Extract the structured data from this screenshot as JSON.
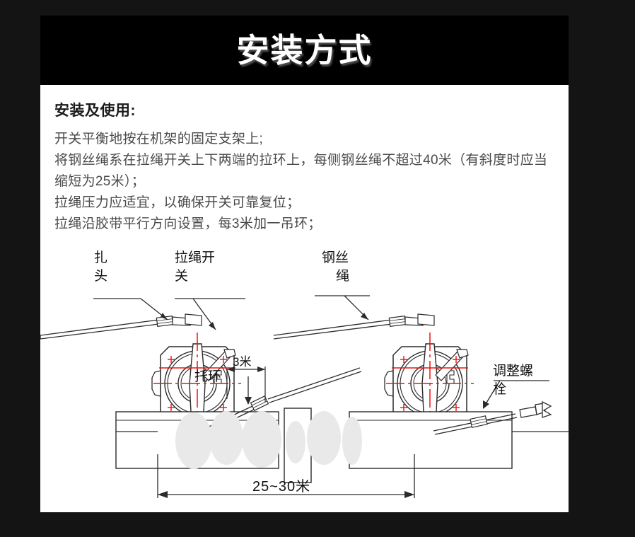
{
  "colors": {
    "page_background": "#141414",
    "card_background": "#ffffff",
    "banner_background": "#000000",
    "banner_text": "#ffffff",
    "heading_text": "#1b1b1b",
    "body_text": "#4a4a4a",
    "drawing_line": "#2b2b2b",
    "centerline_red": "#ee1111",
    "watermark": "#e9e9e9"
  },
  "banner": {
    "title": "安装方式"
  },
  "content": {
    "heading": "安装及使用:",
    "lines": [
      "开关平衡地按在机架的固定支架上;",
      "将钢丝绳系在拉绳开关上下两端的拉环上，每侧钢丝绳不超过40米（有斜度时应当缩短为25米）；",
      "拉绳压力应适宜，以确保开关可靠复位；",
      "拉绳沿胶带平行方向设置，每3米加一吊环；"
    ]
  },
  "diagram": {
    "labels": {
      "tie_head": "扎头",
      "pull_cord_switch": "拉绳开关",
      "steel_wire_rope": "钢丝绳",
      "support_ring": "托环",
      "adjusting_bolt": "调整螺栓"
    },
    "dimensions": {
      "ring_spacing": "3米",
      "overall_span": "25~30米"
    }
  }
}
